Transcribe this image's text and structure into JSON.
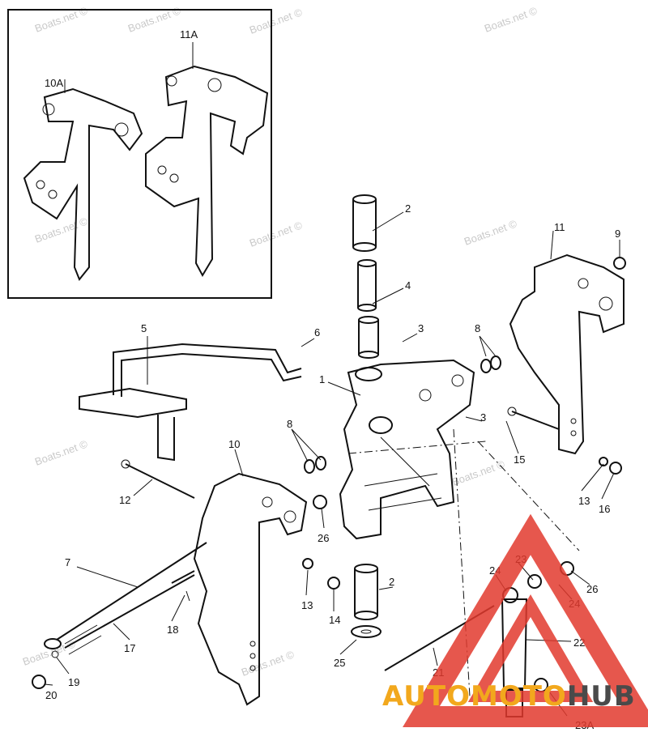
{
  "diagram": {
    "inset_labels": [
      "10A",
      "11A"
    ],
    "part_labels": [
      "2",
      "4",
      "3",
      "5",
      "6",
      "1",
      "8",
      "11",
      "9",
      "3",
      "8",
      "10",
      "15",
      "12",
      "13",
      "16",
      "26",
      "7",
      "23",
      "24",
      "26",
      "24",
      "13",
      "14",
      "2",
      "18",
      "17",
      "22",
      "25",
      "19",
      "20",
      "21",
      "23A"
    ],
    "watermark": "Boats.net ©",
    "logo": {
      "part1": "AUTOMOTO",
      "part2": "HUB",
      "colors": {
        "triangle": "#e23a2e",
        "accent": "#f2a81d",
        "dark": "#4a4a4a"
      }
    }
  }
}
